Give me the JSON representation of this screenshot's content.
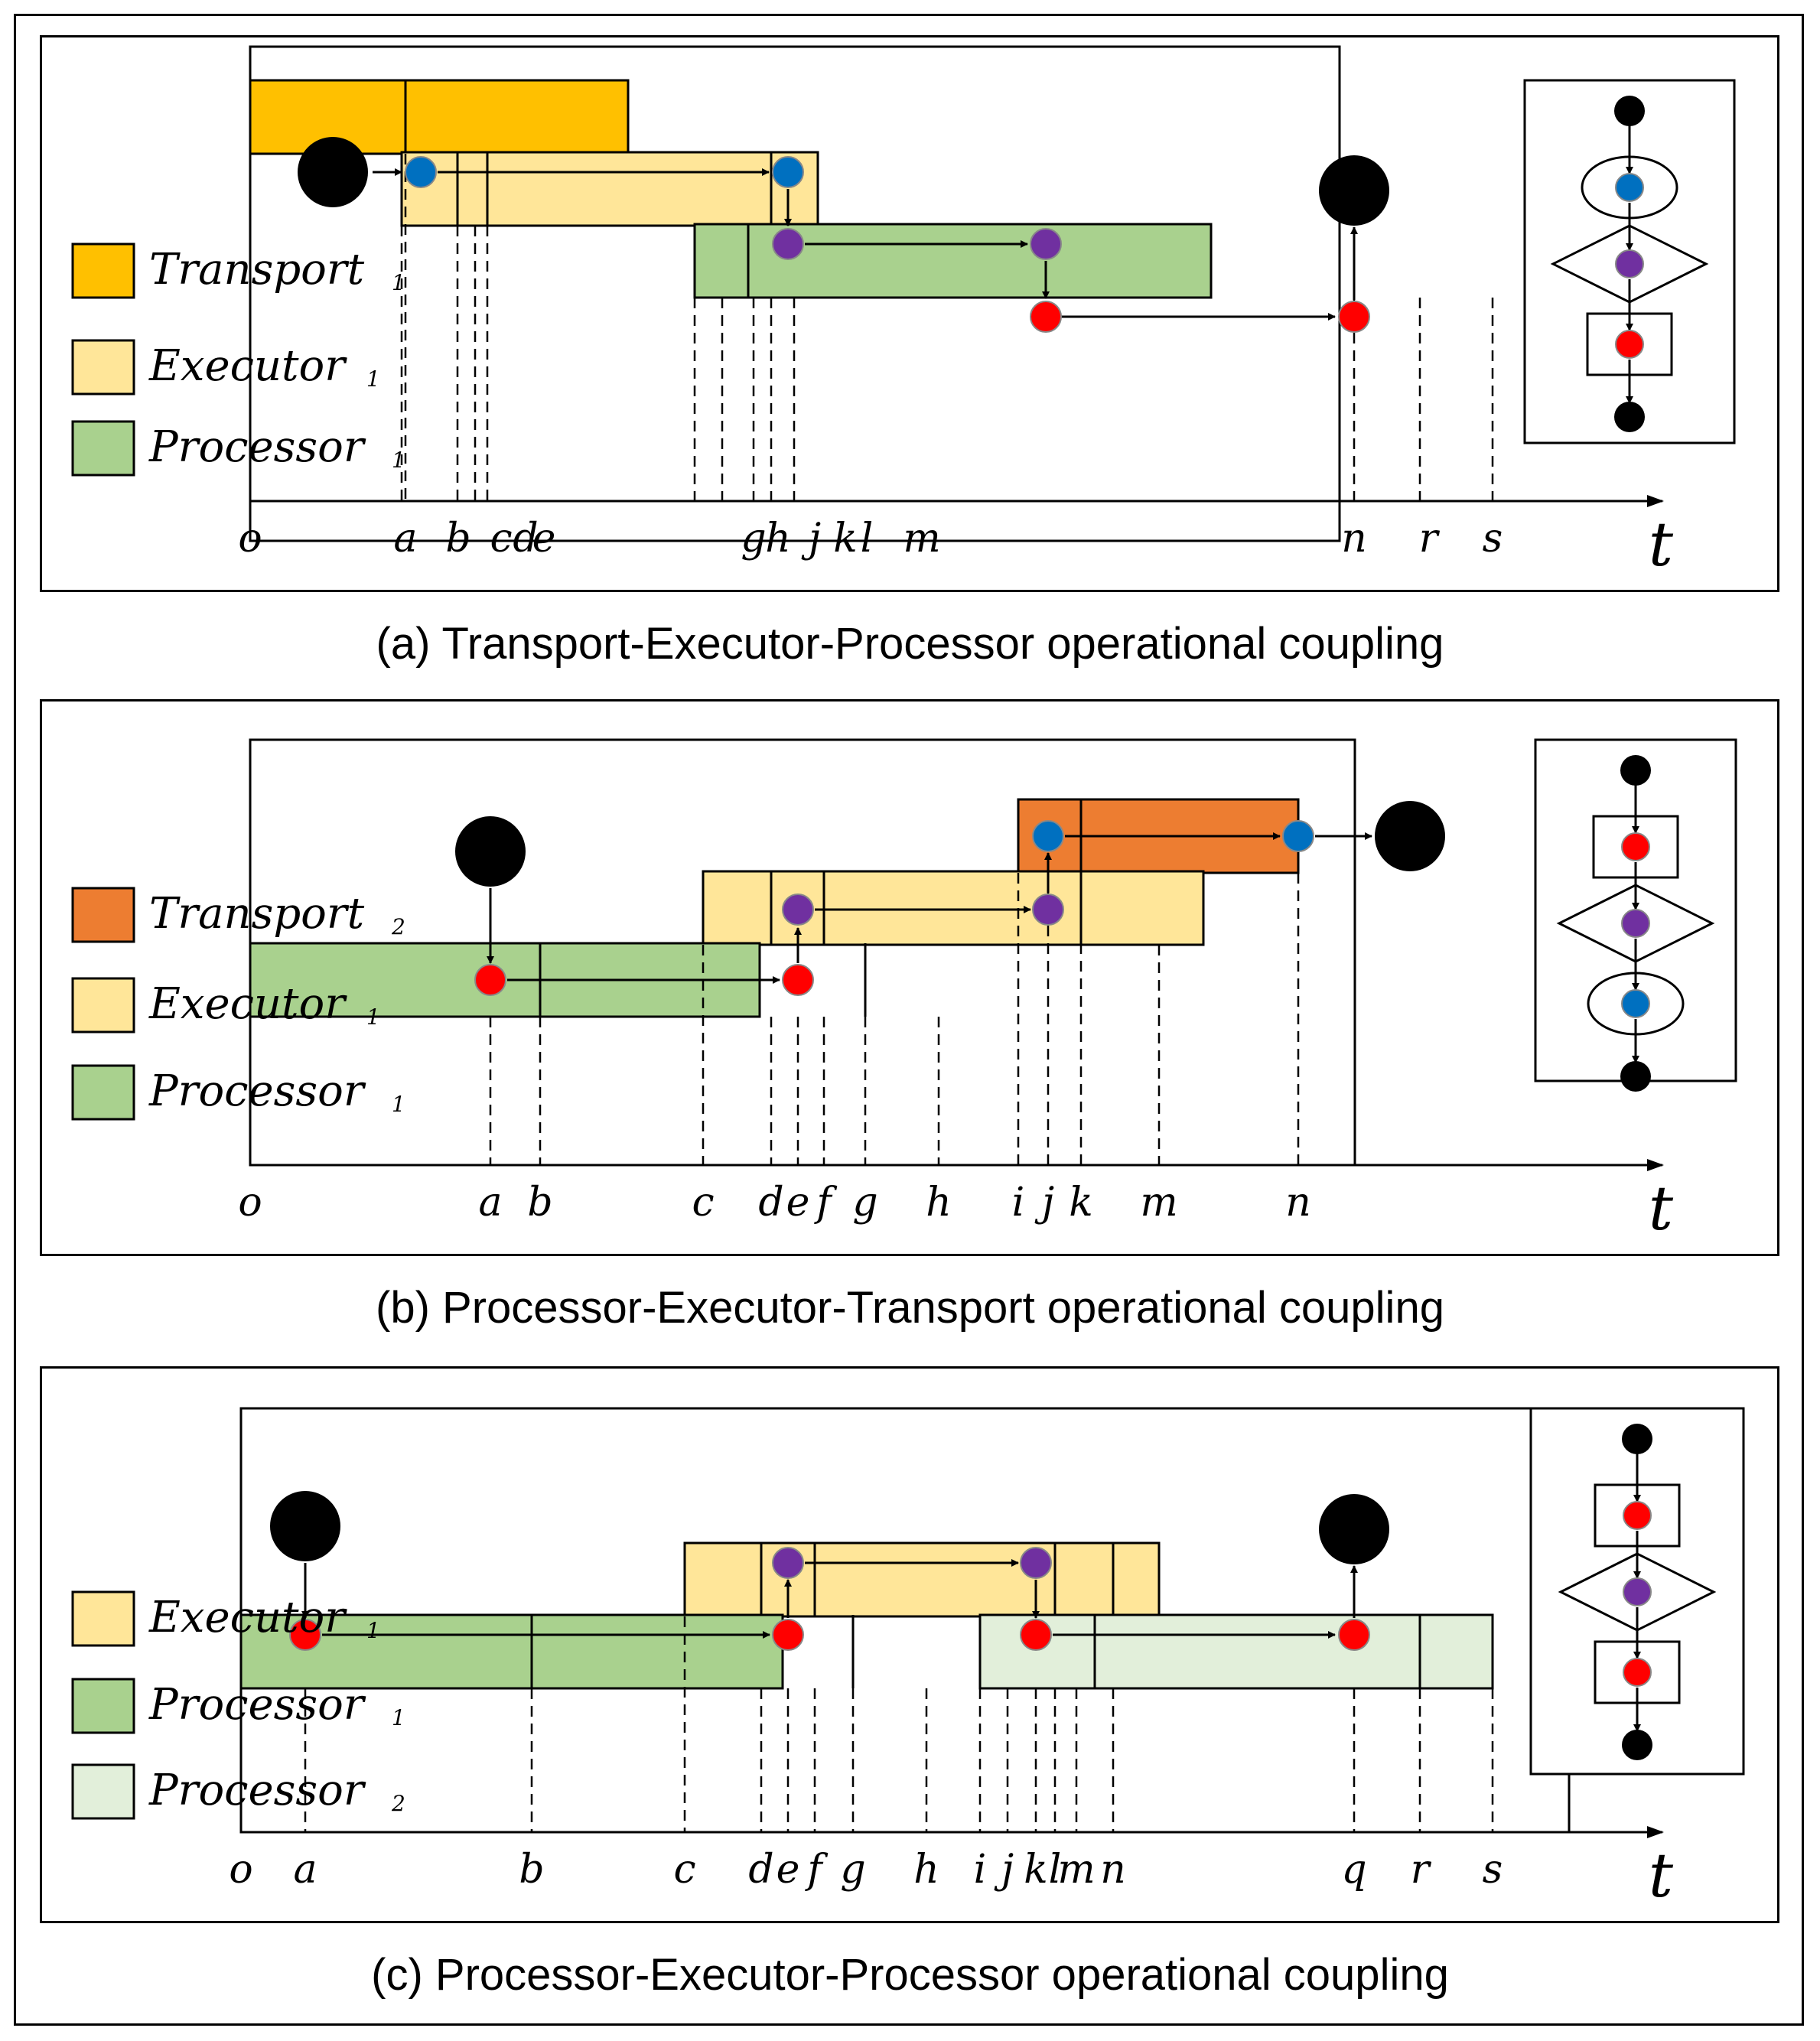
{
  "panels": [
    {
      "id": "a",
      "caption": "(a)  Transport-Executor-Processor operational coupling",
      "legend": [
        {
          "name": "Transport",
          "sub": "1",
          "color": "#FFC000"
        },
        {
          "name": "Executor",
          "sub": "1",
          "color": "#FFE699"
        },
        {
          "name": "Processor",
          "sub": "1",
          "color": "#A9D18E"
        }
      ],
      "ticks": [
        "o",
        "a",
        "b",
        "c",
        "d",
        "e",
        "g",
        "h",
        "j",
        "k",
        "l",
        "m",
        "n",
        "r",
        "s"
      ],
      "axis_label": "t",
      "flow_nodes": [
        "black",
        "blue",
        "purple",
        "red",
        "black"
      ]
    },
    {
      "id": "b",
      "caption": "(b)  Processor-Executor-Transport operational coupling",
      "legend": [
        {
          "name": "Transport",
          "sub": "2",
          "color": "#ED7D31"
        },
        {
          "name": "Executor",
          "sub": "1",
          "color": "#FFE699"
        },
        {
          "name": "Processor",
          "sub": "1",
          "color": "#A9D18E"
        }
      ],
      "ticks": [
        "o",
        "a",
        "b",
        "c",
        "d",
        "e",
        "f",
        "g",
        "h",
        "i",
        "j",
        "k",
        "m",
        "n"
      ],
      "axis_label": "t",
      "flow_nodes": [
        "black",
        "red",
        "purple",
        "blue",
        "black"
      ]
    },
    {
      "id": "c",
      "caption": "(c)  Processor-Executor-Processor operational coupling",
      "legend": [
        {
          "name": "Executor",
          "sub": "1",
          "color": "#FFE699"
        },
        {
          "name": "Processor",
          "sub": "1",
          "color": "#A9D18E"
        },
        {
          "name": "Processor",
          "sub": "2",
          "color": "#E2EFDA"
        }
      ],
      "ticks": [
        "o",
        "a",
        "b",
        "c",
        "d",
        "e",
        "f",
        "g",
        "h",
        "i",
        "j",
        "k",
        "l",
        "m",
        "n",
        "q",
        "r",
        "s"
      ],
      "axis_label": "t",
      "flow_nodes": [
        "black",
        "red",
        "purple",
        "red",
        "black"
      ]
    }
  ],
  "colors": {
    "blue_node": "#0070C0",
    "purple_node": "#7030A0",
    "red_node": "#FF0000",
    "black_node": "#000000"
  }
}
